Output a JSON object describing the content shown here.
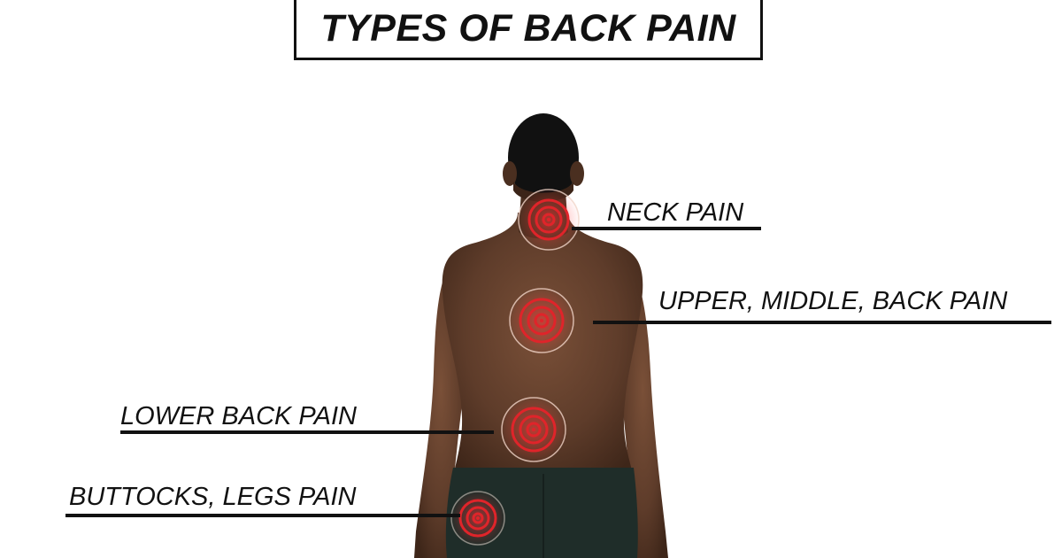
{
  "title": "TYPES OF BACK PAIN",
  "labels": {
    "neck": "NECK PAIN",
    "upper_middle": "UPPER, MIDDLE, BACK PAIN",
    "lower": "LOWER BACK PAIN",
    "buttocks_legs": "BUTTOCKS, LEGS PAIN"
  },
  "colors": {
    "skin": "#5a3a29",
    "hair": "#111111",
    "shorts": "#1f2d29",
    "target_red": "#e0242a",
    "line": "#111111"
  }
}
